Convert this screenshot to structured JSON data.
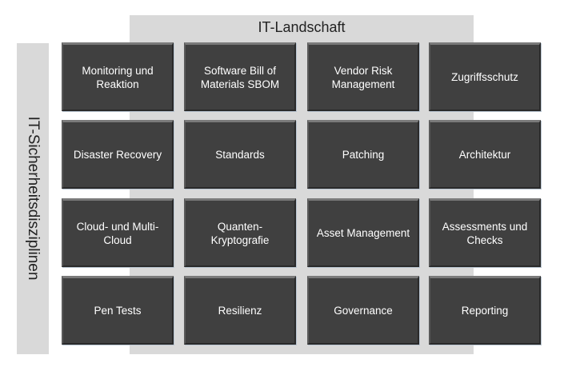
{
  "columns_label": "IT-Landschaft",
  "rows_label": "IT-Sicherheitsdisziplinen",
  "tiles": [
    [
      "Monitoring und Reaktion",
      "Software Bill of Materials SBOM",
      "Vendor Risk Management",
      "Zugriffsschutz"
    ],
    [
      "Disaster Recovery",
      "Standards",
      "Patching",
      "Architektur"
    ],
    [
      "Cloud- und Multi-Cloud",
      "Quanten-Kryptografie",
      "Asset Management",
      "Assessments und Checks"
    ],
    [
      "Pen Tests",
      "Resilienz",
      "Governance",
      "Reporting"
    ]
  ]
}
